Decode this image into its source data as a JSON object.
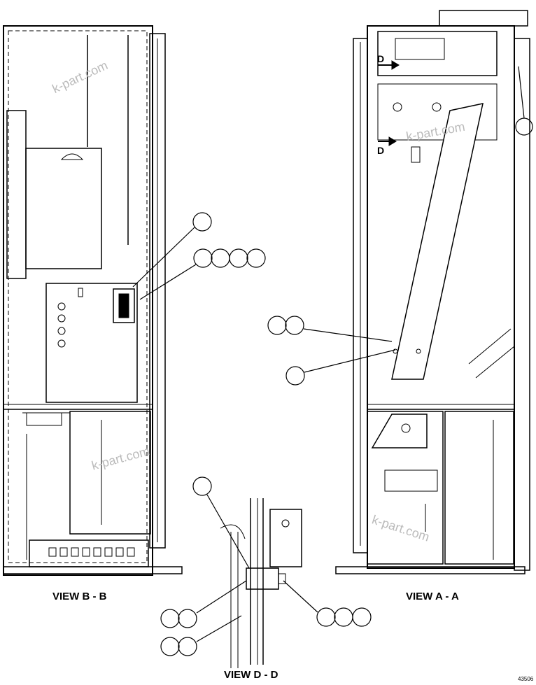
{
  "views": {
    "view_b": "VIEW B - B",
    "view_a": "VIEW A - A",
    "view_d": "VIEW D - D"
  },
  "section_markers": {
    "top": "D",
    "bottom": "D"
  },
  "drawing_number": "43506",
  "watermark": "k-part.com"
}
